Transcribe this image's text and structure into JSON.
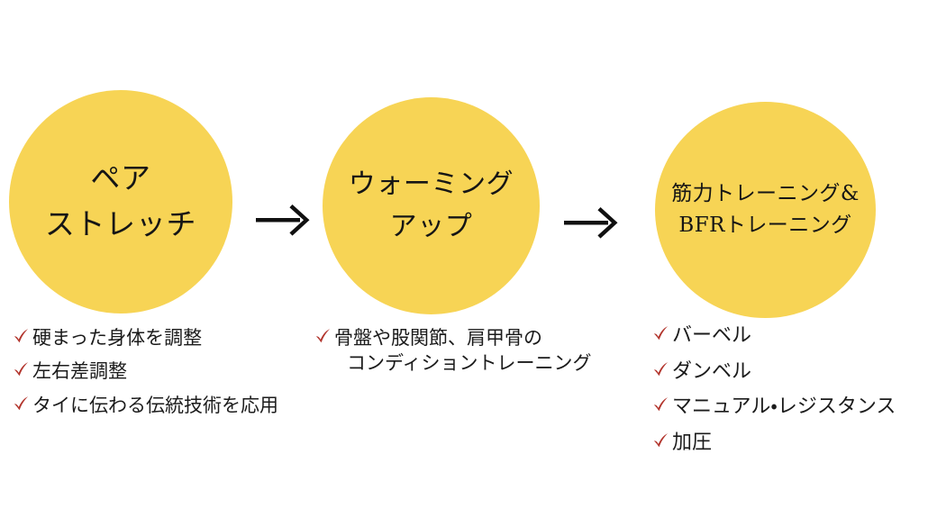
{
  "page": {
    "background_color": "#ffffff",
    "accent_circle_color": "#f7d455",
    "check_color": "#b2342c",
    "text_color": "#1b1b1b",
    "arrow_color": "#101010"
  },
  "steps": [
    {
      "id": "pair-stretch",
      "circle": {
        "line1": "ペア",
        "line2": "ストレッチ"
      },
      "bullets": [
        {
          "line1": "硬まった身体を調整",
          "line2": ""
        },
        {
          "line1": "左右差調整",
          "line2": ""
        },
        {
          "line1": "タイに伝わる伝統技術を応用",
          "line2": ""
        }
      ]
    },
    {
      "id": "warming-up",
      "circle": {
        "line1": "ウォーミング",
        "line2": "アップ"
      },
      "bullets": [
        {
          "line1": "骨盤や股関節、肩甲骨の",
          "line2": "コンディショントレーニング"
        }
      ]
    },
    {
      "id": "strength-bfr-training",
      "circle": {
        "line1": "筋力トレーニング&",
        "line2": "BFRトレーニング"
      },
      "bullets": [
        {
          "line1": "バーベル",
          "line2": ""
        },
        {
          "line1": "ダンベル",
          "line2": ""
        },
        {
          "line1": "マニュアル・レジスタンス",
          "line2": ""
        },
        {
          "line1": "加圧",
          "line2": ""
        }
      ]
    }
  ],
  "connectors": [
    {
      "id": "arrow-1",
      "glyph": "right-arrow"
    },
    {
      "id": "arrow-2",
      "glyph": "right-arrow"
    }
  ],
  "chart_data": {
    "type": "diagram",
    "title": "",
    "flow": [
      "ペア ストレッチ",
      "ウォーミング アップ",
      "筋力トレーニング& BFRトレーニング"
    ]
  }
}
